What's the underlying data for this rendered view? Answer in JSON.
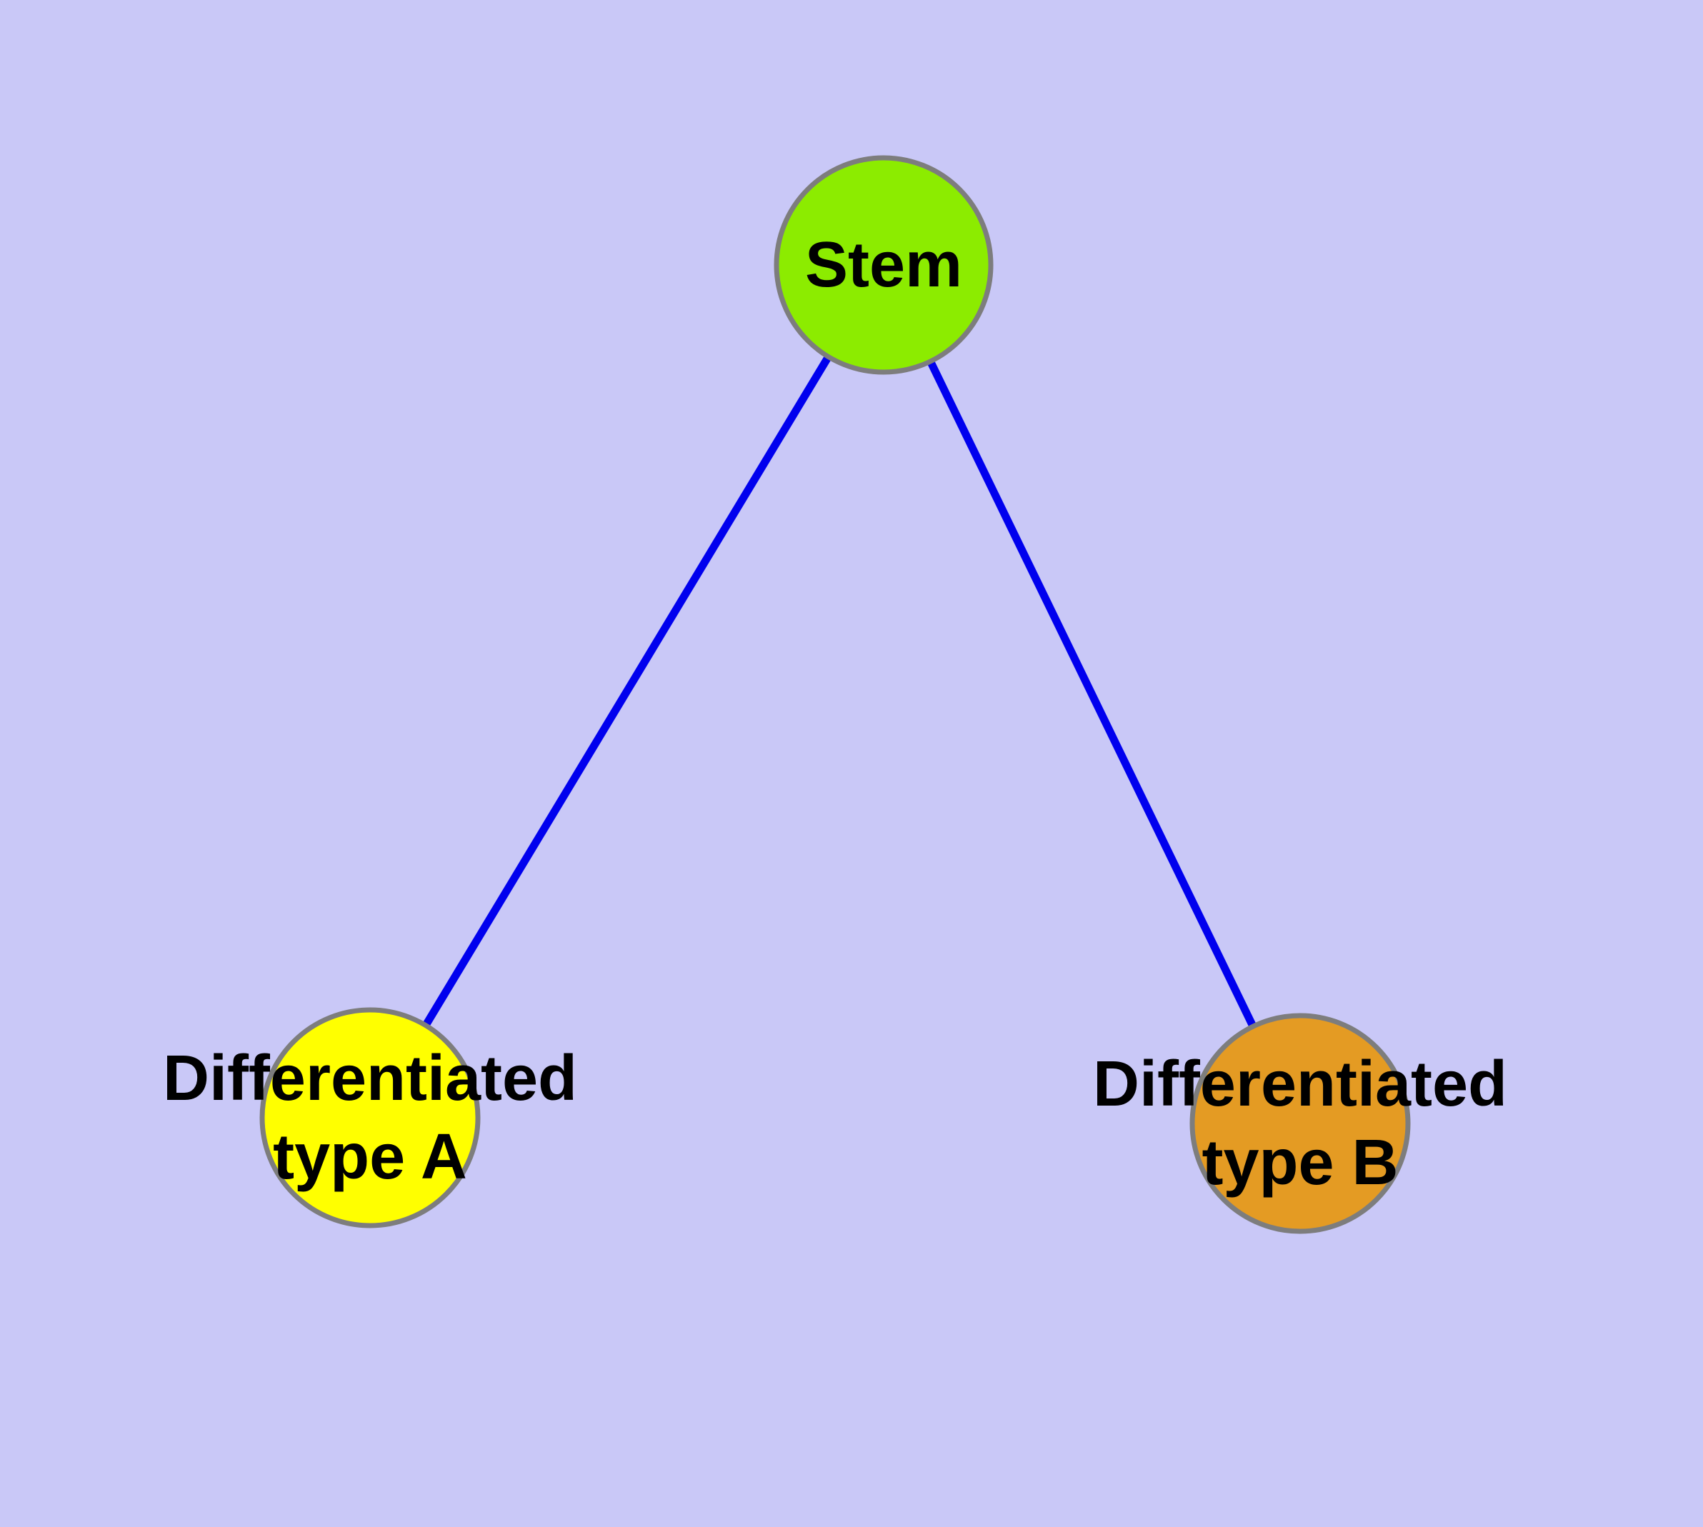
{
  "canvas": {
    "background_color": "#C9C8F7"
  },
  "graph": {
    "edge_color": "#0000EE",
    "node_border_color": "#7D7D7D",
    "label_color": "#000000",
    "nodes": {
      "stem": {
        "label": "Stem",
        "fill_color": "#8CEC00"
      },
      "type_a": {
        "label_line1": "Differentiated",
        "label_line2": "type A",
        "fill_color": "#FFFF00"
      },
      "type_b": {
        "label_line1": "Differentiated",
        "label_line2": "type B",
        "fill_color": "#E49B23"
      }
    },
    "edges": [
      {
        "from": "stem",
        "to": "type_a"
      },
      {
        "from": "stem",
        "to": "type_b"
      }
    ]
  }
}
